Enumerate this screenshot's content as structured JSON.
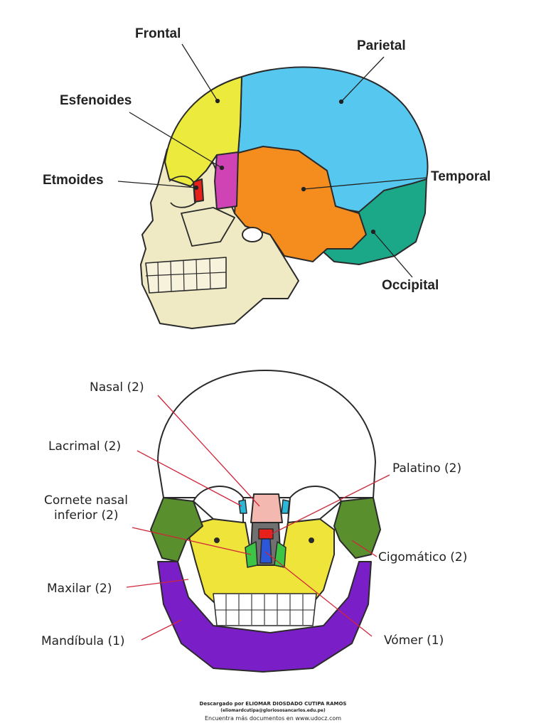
{
  "colors": {
    "frontal": "#ecea3c",
    "parietal": "#56c8ef",
    "temporal": "#f58d1e",
    "occipital": "#1aa889",
    "sphenoid": "#d043b4",
    "ethmoid": "#e8201c",
    "bone": "#efe9c4",
    "mandible": "#7a1fc7",
    "maxilla": "#efe53a",
    "zygomatic": "#5a8f2e",
    "nasal": "#f3b9b0",
    "lacrimal": "#2bb7d8",
    "palatine": "#e8201c",
    "vomer": "#2b57d8",
    "concha": "#3cc445",
    "leader_top": "#222222",
    "leader_bottom": "#d0263a"
  },
  "lateral_view": {
    "labels": {
      "frontal": "Frontal",
      "parietal": "Parietal",
      "sphenoid": "Esfenoides",
      "ethmoid": "Etmoides",
      "temporal": "Temporal",
      "occipital": "Occipital"
    }
  },
  "frontal_view": {
    "labels": {
      "nasal": "Nasal (2)",
      "lacrimal": "Lacrimal (2)",
      "palatine": "Palatino (2)",
      "concha_line1": "Cornete nasal",
      "concha_line2": "inferior (2)",
      "zygomatic": "Cigomático (2)",
      "maxilla": "Maxilar (2)",
      "mandible": "Mandíbula (1)",
      "vomer": "Vómer (1)"
    }
  },
  "footer": {
    "line1": "Descargado por ELIOMAR DIOSDADO CUTIPA RAMOS",
    "line2": "(eliomardcutipa@gloriososancarlos.edu.pe)",
    "line3": "Encuentra más documentos en www.udocz.com"
  }
}
